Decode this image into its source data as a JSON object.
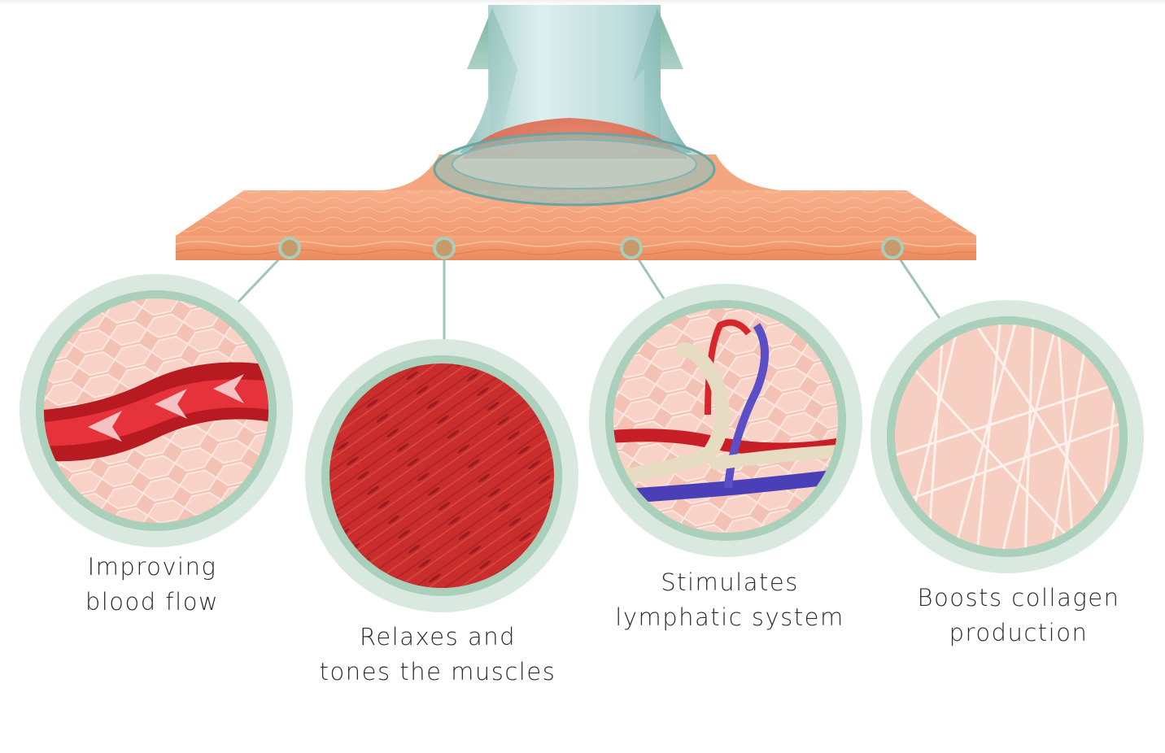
{
  "colors": {
    "skin": "#f4a27e",
    "skin_dark": "#e8895f",
    "ring": "#d6e6dc",
    "ring_inner": "#a9cdb8",
    "connector": "#9ec6b2",
    "vessel_red": "#d8262d",
    "vein_blue": "#5b4fc7",
    "muscle_red": "#c92e2c",
    "lymph": "#e6dcc2",
    "collagen_bg": "#f6cfc2",
    "cup_glass": "#8fc4c1"
  },
  "icons": [
    "cupping-cup-icon",
    "blood-vessel-icon",
    "muscle-fiber-icon",
    "lymphatic-vessel-icon",
    "collagen-fiber-icon"
  ],
  "benefits": [
    {
      "line1": "Improving",
      "line2": "blood flow"
    },
    {
      "line1": "Relaxes and",
      "line2": "tones the muscles"
    },
    {
      "line1": "Stimulates",
      "line2": "lymphatic system"
    },
    {
      "line1": "Boosts collagen",
      "line2": "production"
    }
  ]
}
